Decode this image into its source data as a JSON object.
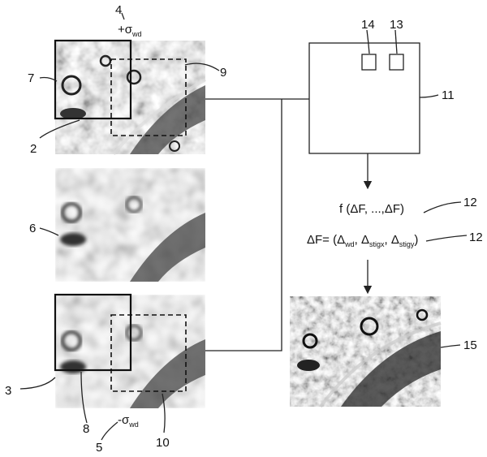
{
  "labels": {
    "l2": "2",
    "l3": "3",
    "l4": "4",
    "l5": "5",
    "l6": "6",
    "l7": "7",
    "l8": "8",
    "l9": "9",
    "l10": "10",
    "l11": "11",
    "l12a": "12",
    "l12b": "12",
    "l13": "13",
    "l14": "14",
    "l15": "15"
  },
  "sigma_plus": {
    "prefix": "+σ",
    "sub": "wd"
  },
  "sigma_minus": {
    "prefix": "-σ",
    "sub": "wd"
  },
  "formula_f": "f (ΔF, ...,ΔF)",
  "formula_delta": {
    "start": "ΔF= (Δ",
    "s1": "wd",
    "mid1": ", Δ",
    "s2": "stigx",
    "mid2": ", Δ",
    "s3": "stigy",
    "end": ")"
  }
}
